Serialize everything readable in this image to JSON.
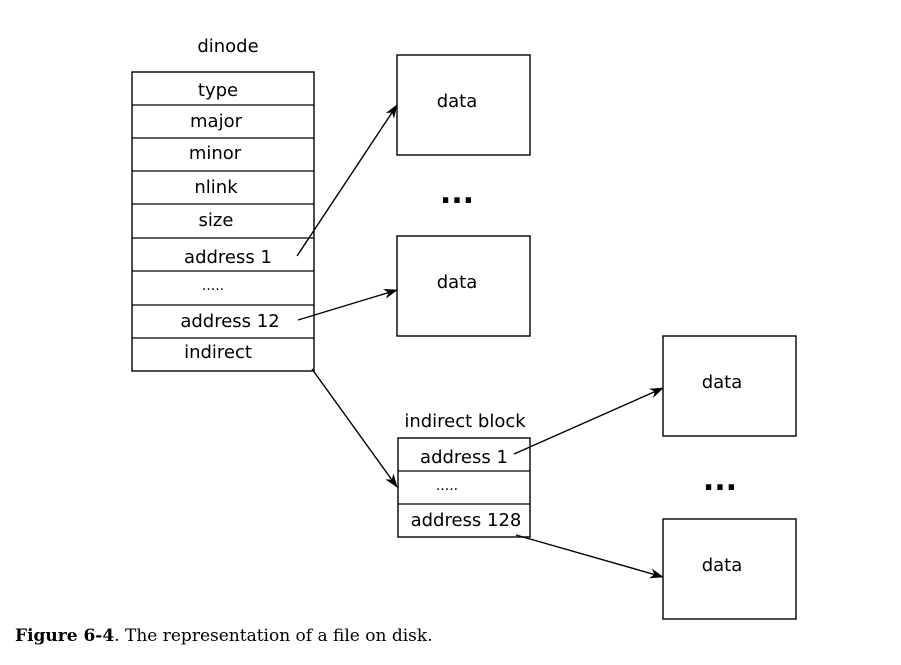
{
  "dinode": {
    "title": "dinode",
    "fields": [
      "type",
      "major",
      "minor",
      "nlink",
      "size",
      "address 1",
      ".....",
      "address 12",
      "indirect"
    ]
  },
  "data_label": "data",
  "ellipsis_big": "...",
  "indirect_block": {
    "title": "indirect block",
    "fields": [
      "address 1",
      ".....",
      "address 128"
    ]
  },
  "caption": {
    "label": "Figure 6-4",
    "text": ". The representation of a file on disk."
  }
}
